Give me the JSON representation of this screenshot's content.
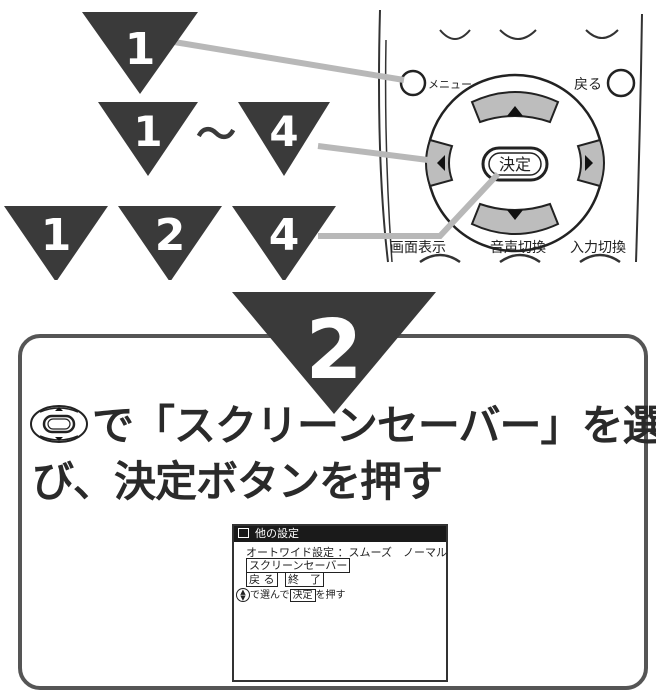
{
  "remote": {
    "menu_label": "メニュー",
    "back_label": "戻る",
    "enter_label": "決定",
    "bottom_labels": [
      "画面表示",
      "音声切換",
      "入力切換"
    ]
  },
  "steps": {
    "top": "1",
    "range_start": "1",
    "range_sep": "〜",
    "range_end": "4",
    "seq": [
      "1",
      "2",
      "4"
    ],
    "main": "2"
  },
  "instruction": {
    "line1": "で「スクリーンセーバー」を選",
    "line2": "び、決定ボタンを押す"
  },
  "osd": {
    "title": "他の設定",
    "row1_label": "オートワイド設定",
    "row1_value": "：スムーズ　ノーマル",
    "row2_label": "スクリーンセーバー",
    "back_label": "戻 る",
    "end_label": "終　了",
    "hint_pre": "で選んで",
    "hint_key": "決定",
    "hint_post": "を押す"
  },
  "colors": {
    "triangle": "#3a3a3a",
    "line": "#b8b8b8",
    "panel_border": "#555555",
    "text": "#2a2a2a"
  }
}
